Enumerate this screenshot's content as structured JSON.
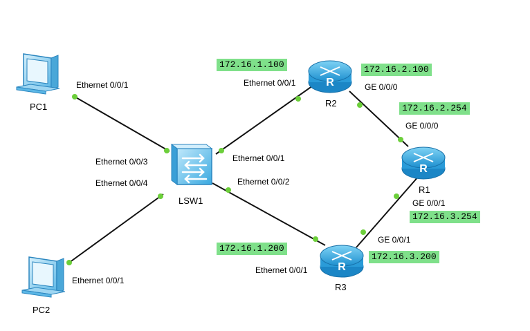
{
  "devices": {
    "pc1": "PC1",
    "pc2": "PC2",
    "lsw1": "LSW1",
    "r1": "R1",
    "r2": "R2",
    "r3": "R3"
  },
  "ports": {
    "pc1_eth": "Ethernet 0/0/1",
    "pc2_eth": "Ethernet 0/0/1",
    "lsw_eth3": "Ethernet 0/0/3",
    "lsw_eth4": "Ethernet 0/0/4",
    "lsw_eth1": "Ethernet 0/0/1",
    "lsw_eth2": "Ethernet 0/0/2",
    "r2_eth": "Ethernet 0/0/1",
    "r2_ge": "GE 0/0/0",
    "r1_ge0": "GE 0/0/0",
    "r1_ge1": "GE 0/0/1",
    "r3_ge": "GE 0/0/1",
    "r3_eth": "Ethernet 0/0/1"
  },
  "ips": {
    "r2_eth_ip": "172.16.1.100",
    "r2_ge_ip": "172.16.2.100",
    "r1_ge0_ip": "172.16.2.254",
    "r1_ge1_ip": "172.16.3.254",
    "r3_eth_ip": "172.16.1.200",
    "r3_ge_ip": "172.16.3.200"
  },
  "colors": {
    "link": "#111111",
    "port_dot": "#6ccf3a",
    "ip_bg": "#7fe08a",
    "device_blue": "#2fa6de"
  }
}
